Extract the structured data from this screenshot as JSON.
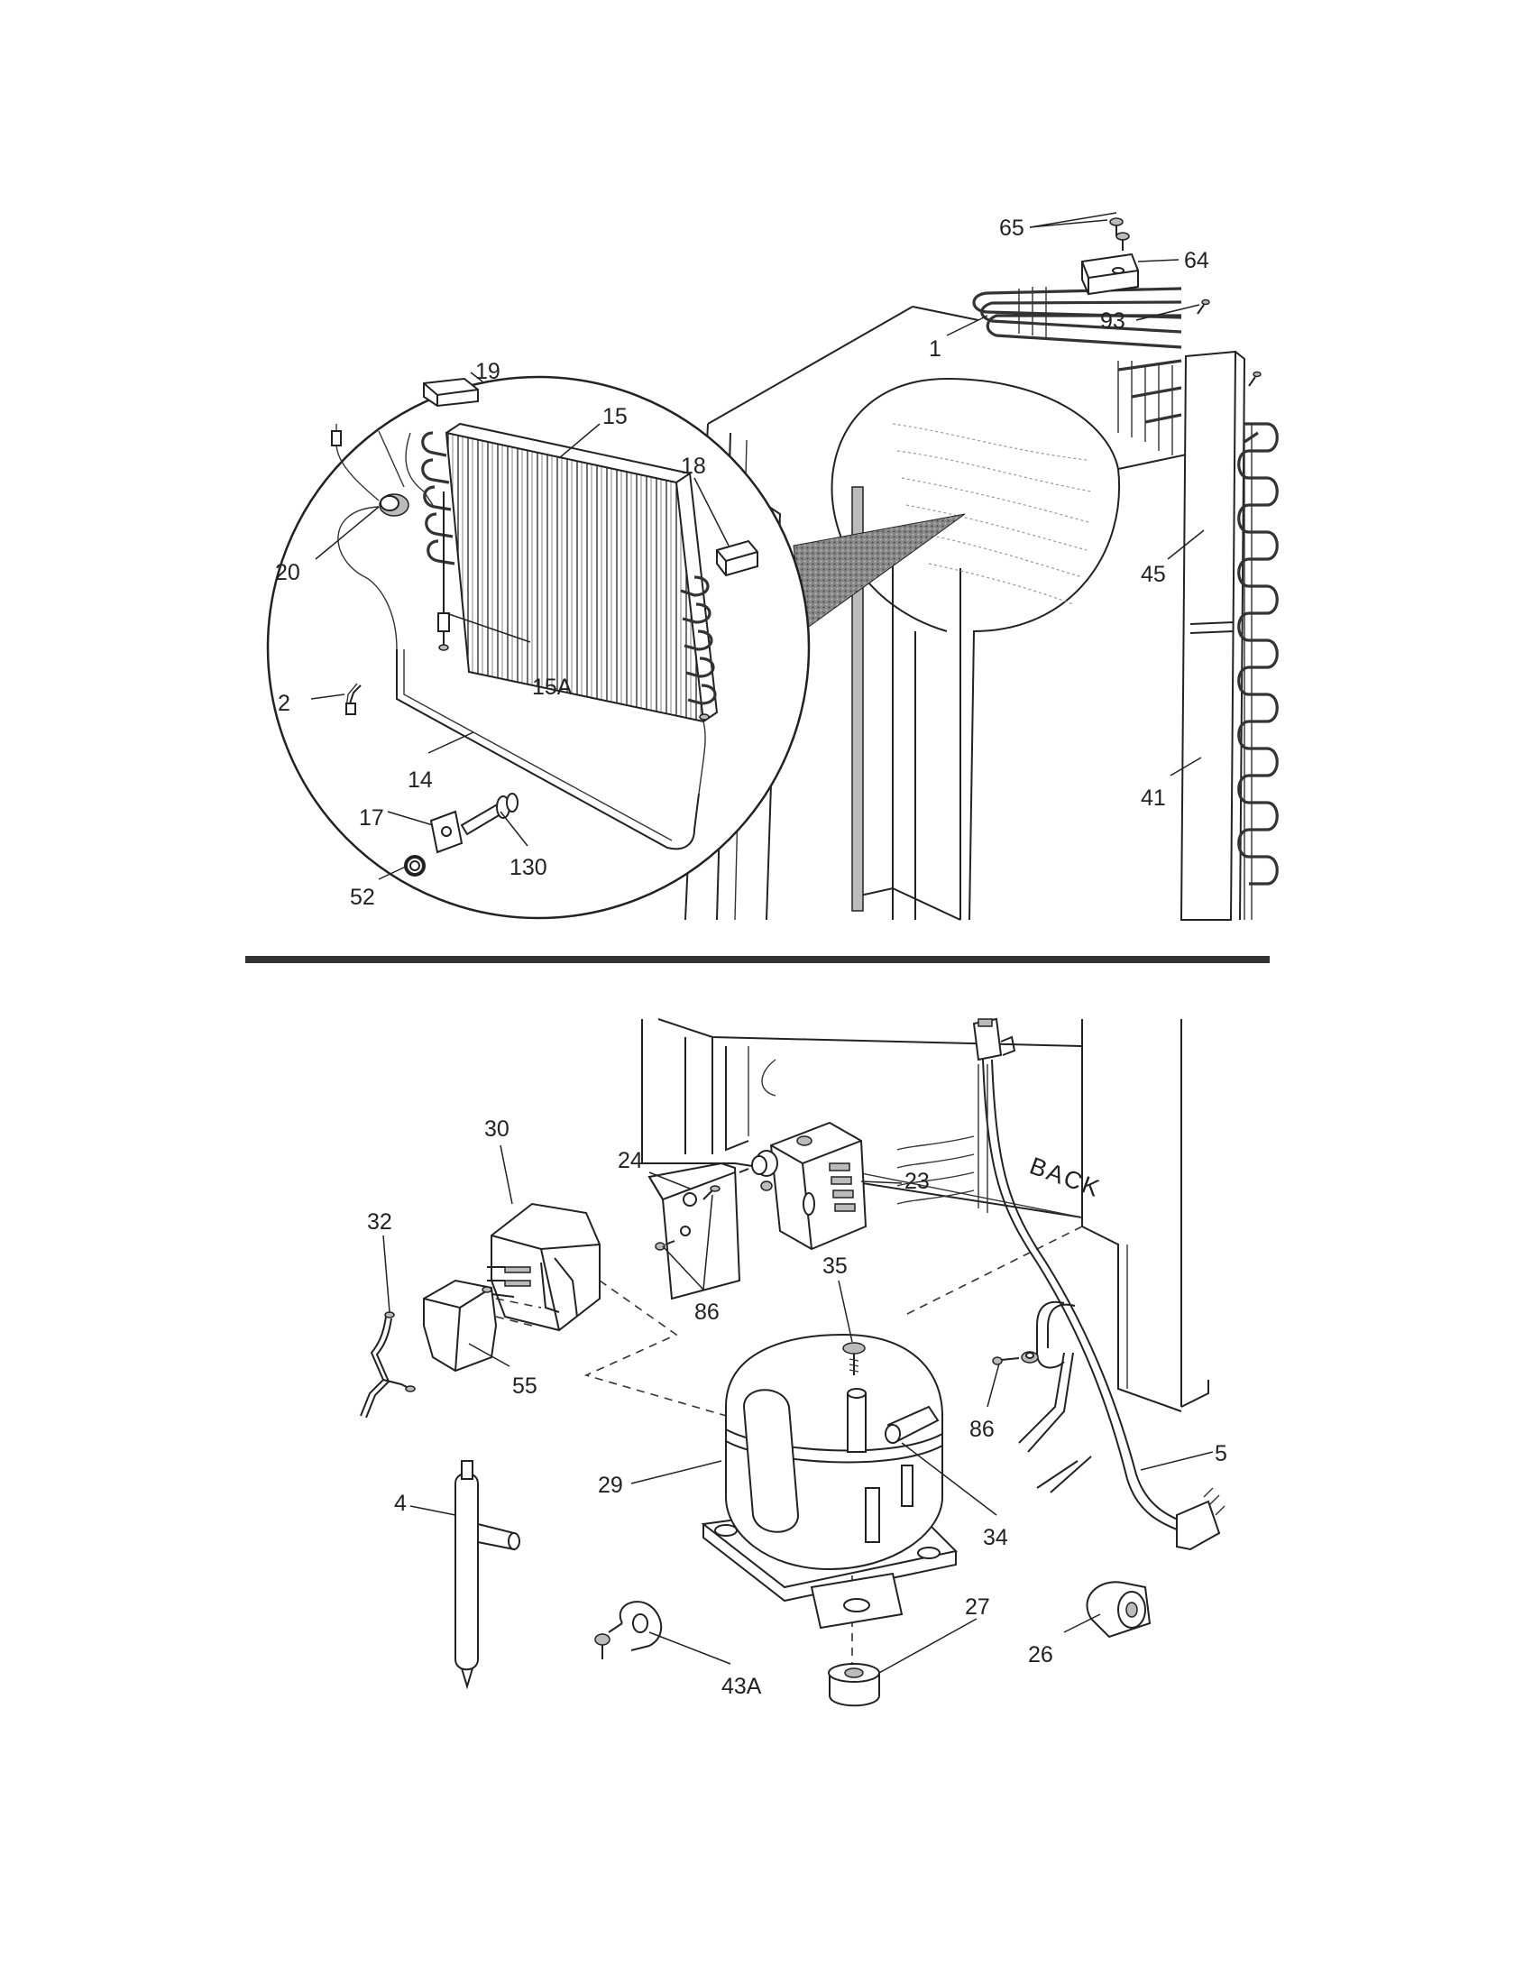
{
  "callouts_top": [
    "65",
    "64",
    "93",
    "1",
    "19",
    "15",
    "18",
    "20",
    "15A",
    "2",
    "14",
    "17",
    "130",
    "52",
    "45",
    "41"
  ],
  "callouts_bottom": [
    "30",
    "24",
    "23",
    "32",
    "35",
    "86",
    "55",
    "86",
    "29",
    "34",
    "5",
    "4",
    "27",
    "26",
    "43A"
  ],
  "back_label": "BACK",
  "colors": {
    "line": "#222222",
    "shade": "#bbbbbb",
    "divider": "#333333"
  }
}
